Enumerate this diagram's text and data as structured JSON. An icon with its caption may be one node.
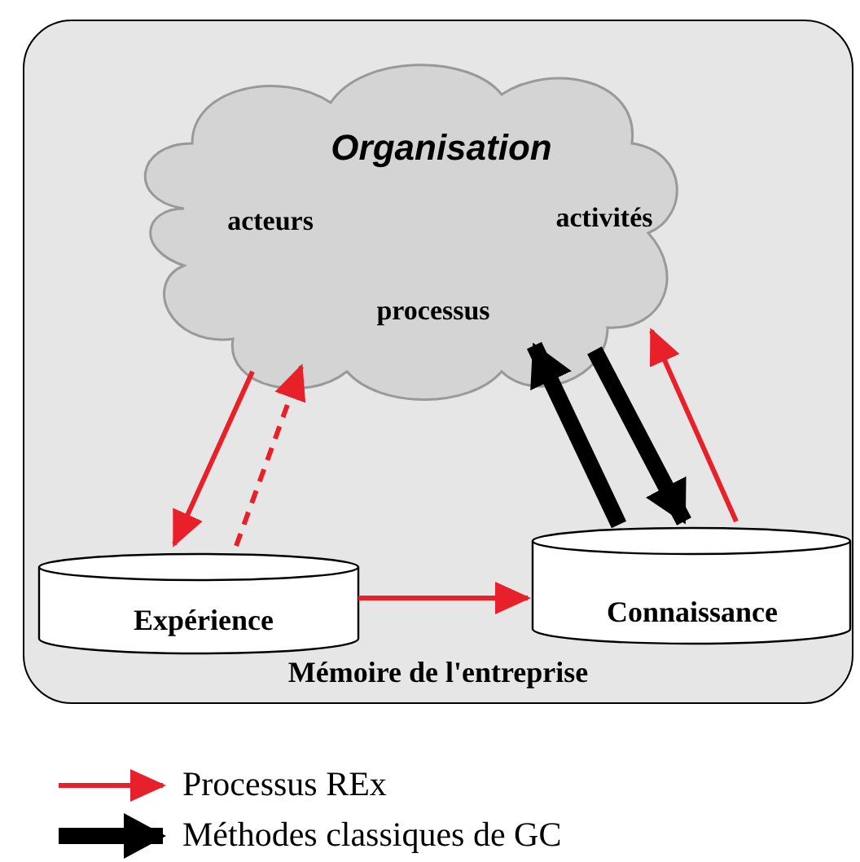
{
  "diagram": {
    "nodes": [
      {
        "text": [
          "Mémoire de l'entreprise"
        ]
      },
      {
        "text": [
          "Organisation",
          "acteurs",
          "activités",
          "processus"
        ],
        "in": 0
      },
      {
        "text": [
          "Expérience"
        ],
        "in": 0
      },
      {
        "text": [
          "Connaissance"
        ],
        "in": 0
      }
    ],
    "edges": [
      {
        "from": 1,
        "to": 2,
        "arrow": "to"
      },
      {
        "from": 2,
        "to": 1,
        "arrow": "to",
        "style": "dashed"
      },
      {
        "from": 2,
        "to": 3,
        "arrow": "to"
      },
      {
        "from": 3,
        "to": 1,
        "arrow": "to",
        "style": "thick",
        "color": "#000000"
      },
      {
        "from": 1,
        "to": 3,
        "arrow": "to",
        "style": "thick",
        "color": "#000000"
      },
      {
        "from": 3,
        "to": 1,
        "arrow": "to"
      }
    ],
    "legend": [
      {
        "text": "Processus REx"
      },
      {
        "text": "Méthodes classiques de GC"
      }
    ]
  }
}
